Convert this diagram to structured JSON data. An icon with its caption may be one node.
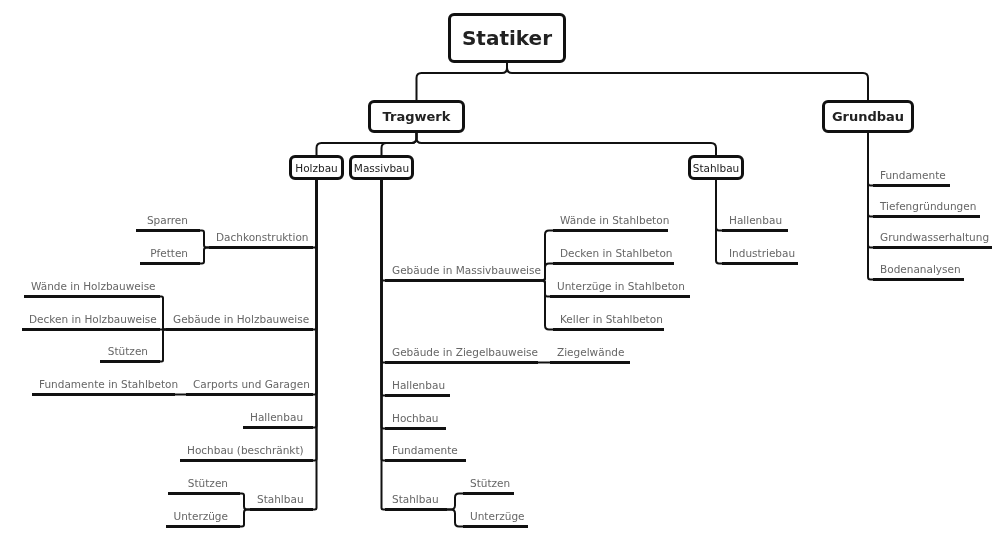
{
  "diagram": {
    "nodes": [
      {
        "text": [
          "Statiker"
        ]
      },
      {
        "text": [
          "Tragwerk"
        ]
      },
      {
        "text": [
          "Grundbau"
        ]
      },
      {
        "text": [
          "Holzbau"
        ]
      },
      {
        "text": [
          "Massivbau"
        ]
      },
      {
        "text": [
          "Stahlbau"
        ]
      },
      {
        "text": [
          "Dachkonstruktion"
        ]
      },
      {
        "text": [
          "Sparren"
        ]
      },
      {
        "text": [
          "Pfetten"
        ]
      },
      {
        "text": [
          "Gebäude in Holzbauweise"
        ]
      },
      {
        "text": [
          "Wände in Holzbauweise"
        ]
      },
      {
        "text": [
          "Decken in Holzbauweise"
        ]
      },
      {
        "text": [
          "Stützen"
        ]
      },
      {
        "text": [
          "Carports und Garagen"
        ]
      },
      {
        "text": [
          "Fundamente in Stahlbeton"
        ]
      },
      {
        "text": [
          "Hallenbau"
        ]
      },
      {
        "text": [
          "Hochbau (beschränkt)"
        ]
      },
      {
        "text": [
          "Stahlbau"
        ]
      },
      {
        "text": [
          "Stützen"
        ]
      },
      {
        "text": [
          "Unterzüge"
        ]
      },
      {
        "text": [
          "Gebäude in Massivbauweise"
        ]
      },
      {
        "text": [
          "Wände in Stahlbeton"
        ]
      },
      {
        "text": [
          "Decken in Stahlbeton"
        ]
      },
      {
        "text": [
          "Unterzüge in Stahlbeton"
        ]
      },
      {
        "text": [
          "Keller in Stahlbeton"
        ]
      },
      {
        "text": [
          "Gebäude in Ziegelbauweise"
        ]
      },
      {
        "text": [
          "Ziegelwände"
        ]
      },
      {
        "text": [
          "Hallenbau"
        ]
      },
      {
        "text": [
          "Hochbau"
        ]
      },
      {
        "text": [
          "Fundamente"
        ]
      },
      {
        "text": [
          "Stahlbau"
        ]
      },
      {
        "text": [
          "Stützen"
        ]
      },
      {
        "text": [
          "Unterzüge"
        ]
      },
      {
        "text": [
          "Hallenbau"
        ]
      },
      {
        "text": [
          "Industriebau"
        ]
      },
      {
        "text": [
          "Fundamente"
        ]
      },
      {
        "text": [
          "Tiefengründungen"
        ]
      },
      {
        "text": [
          "Grundwasserhaltung"
        ]
      },
      {
        "text": [
          "Bodenanalysen"
        ]
      }
    ],
    "edges": [
      {
        "from": 0,
        "to": 1,
        "arrow": "none"
      },
      {
        "from": 0,
        "to": 2,
        "arrow": "none"
      },
      {
        "from": 1,
        "to": 3,
        "arrow": "none"
      },
      {
        "from": 1,
        "to": 4,
        "arrow": "none"
      },
      {
        "from": 1,
        "to": 5,
        "arrow": "none"
      },
      {
        "from": 3,
        "to": 6,
        "arrow": "none"
      },
      {
        "from": 3,
        "to": 9,
        "arrow": "none"
      },
      {
        "from": 3,
        "to": 13,
        "arrow": "none"
      },
      {
        "from": 3,
        "to": 15,
        "arrow": "none"
      },
      {
        "from": 3,
        "to": 16,
        "arrow": "none"
      },
      {
        "from": 3,
        "to": 17,
        "arrow": "none"
      },
      {
        "from": 6,
        "to": 7,
        "arrow": "none"
      },
      {
        "from": 6,
        "to": 8,
        "arrow": "none"
      },
      {
        "from": 9,
        "to": 10,
        "arrow": "none"
      },
      {
        "from": 9,
        "to": 11,
        "arrow": "none"
      },
      {
        "from": 9,
        "to": 12,
        "arrow": "none"
      },
      {
        "from": 13,
        "to": 14,
        "arrow": "none"
      },
      {
        "from": 17,
        "to": 18,
        "arrow": "none"
      },
      {
        "from": 17,
        "to": 19,
        "arrow": "none"
      },
      {
        "from": 4,
        "to": 20,
        "arrow": "none"
      },
      {
        "from": 4,
        "to": 25,
        "arrow": "none"
      },
      {
        "from": 4,
        "to": 27,
        "arrow": "none"
      },
      {
        "from": 4,
        "to": 28,
        "arrow": "none"
      },
      {
        "from": 4,
        "to": 29,
        "arrow": "none"
      },
      {
        "from": 4,
        "to": 30,
        "arrow": "none"
      },
      {
        "from": 20,
        "to": 21,
        "arrow": "none"
      },
      {
        "from": 20,
        "to": 22,
        "arrow": "none"
      },
      {
        "from": 20,
        "to": 23,
        "arrow": "none"
      },
      {
        "from": 20,
        "to": 24,
        "arrow": "none"
      },
      {
        "from": 25,
        "to": 26,
        "arrow": "none"
      },
      {
        "from": 30,
        "to": 31,
        "arrow": "none"
      },
      {
        "from": 30,
        "to": 32,
        "arrow": "none"
      },
      {
        "from": 5,
        "to": 33,
        "arrow": "none"
      },
      {
        "from": 5,
        "to": 34,
        "arrow": "none"
      },
      {
        "from": 2,
        "to": 35,
        "arrow": "none"
      },
      {
        "from": 2,
        "to": 36,
        "arrow": "none"
      },
      {
        "from": 2,
        "to": 37,
        "arrow": "none"
      },
      {
        "from": 2,
        "to": 38,
        "arrow": "none"
      }
    ]
  }
}
